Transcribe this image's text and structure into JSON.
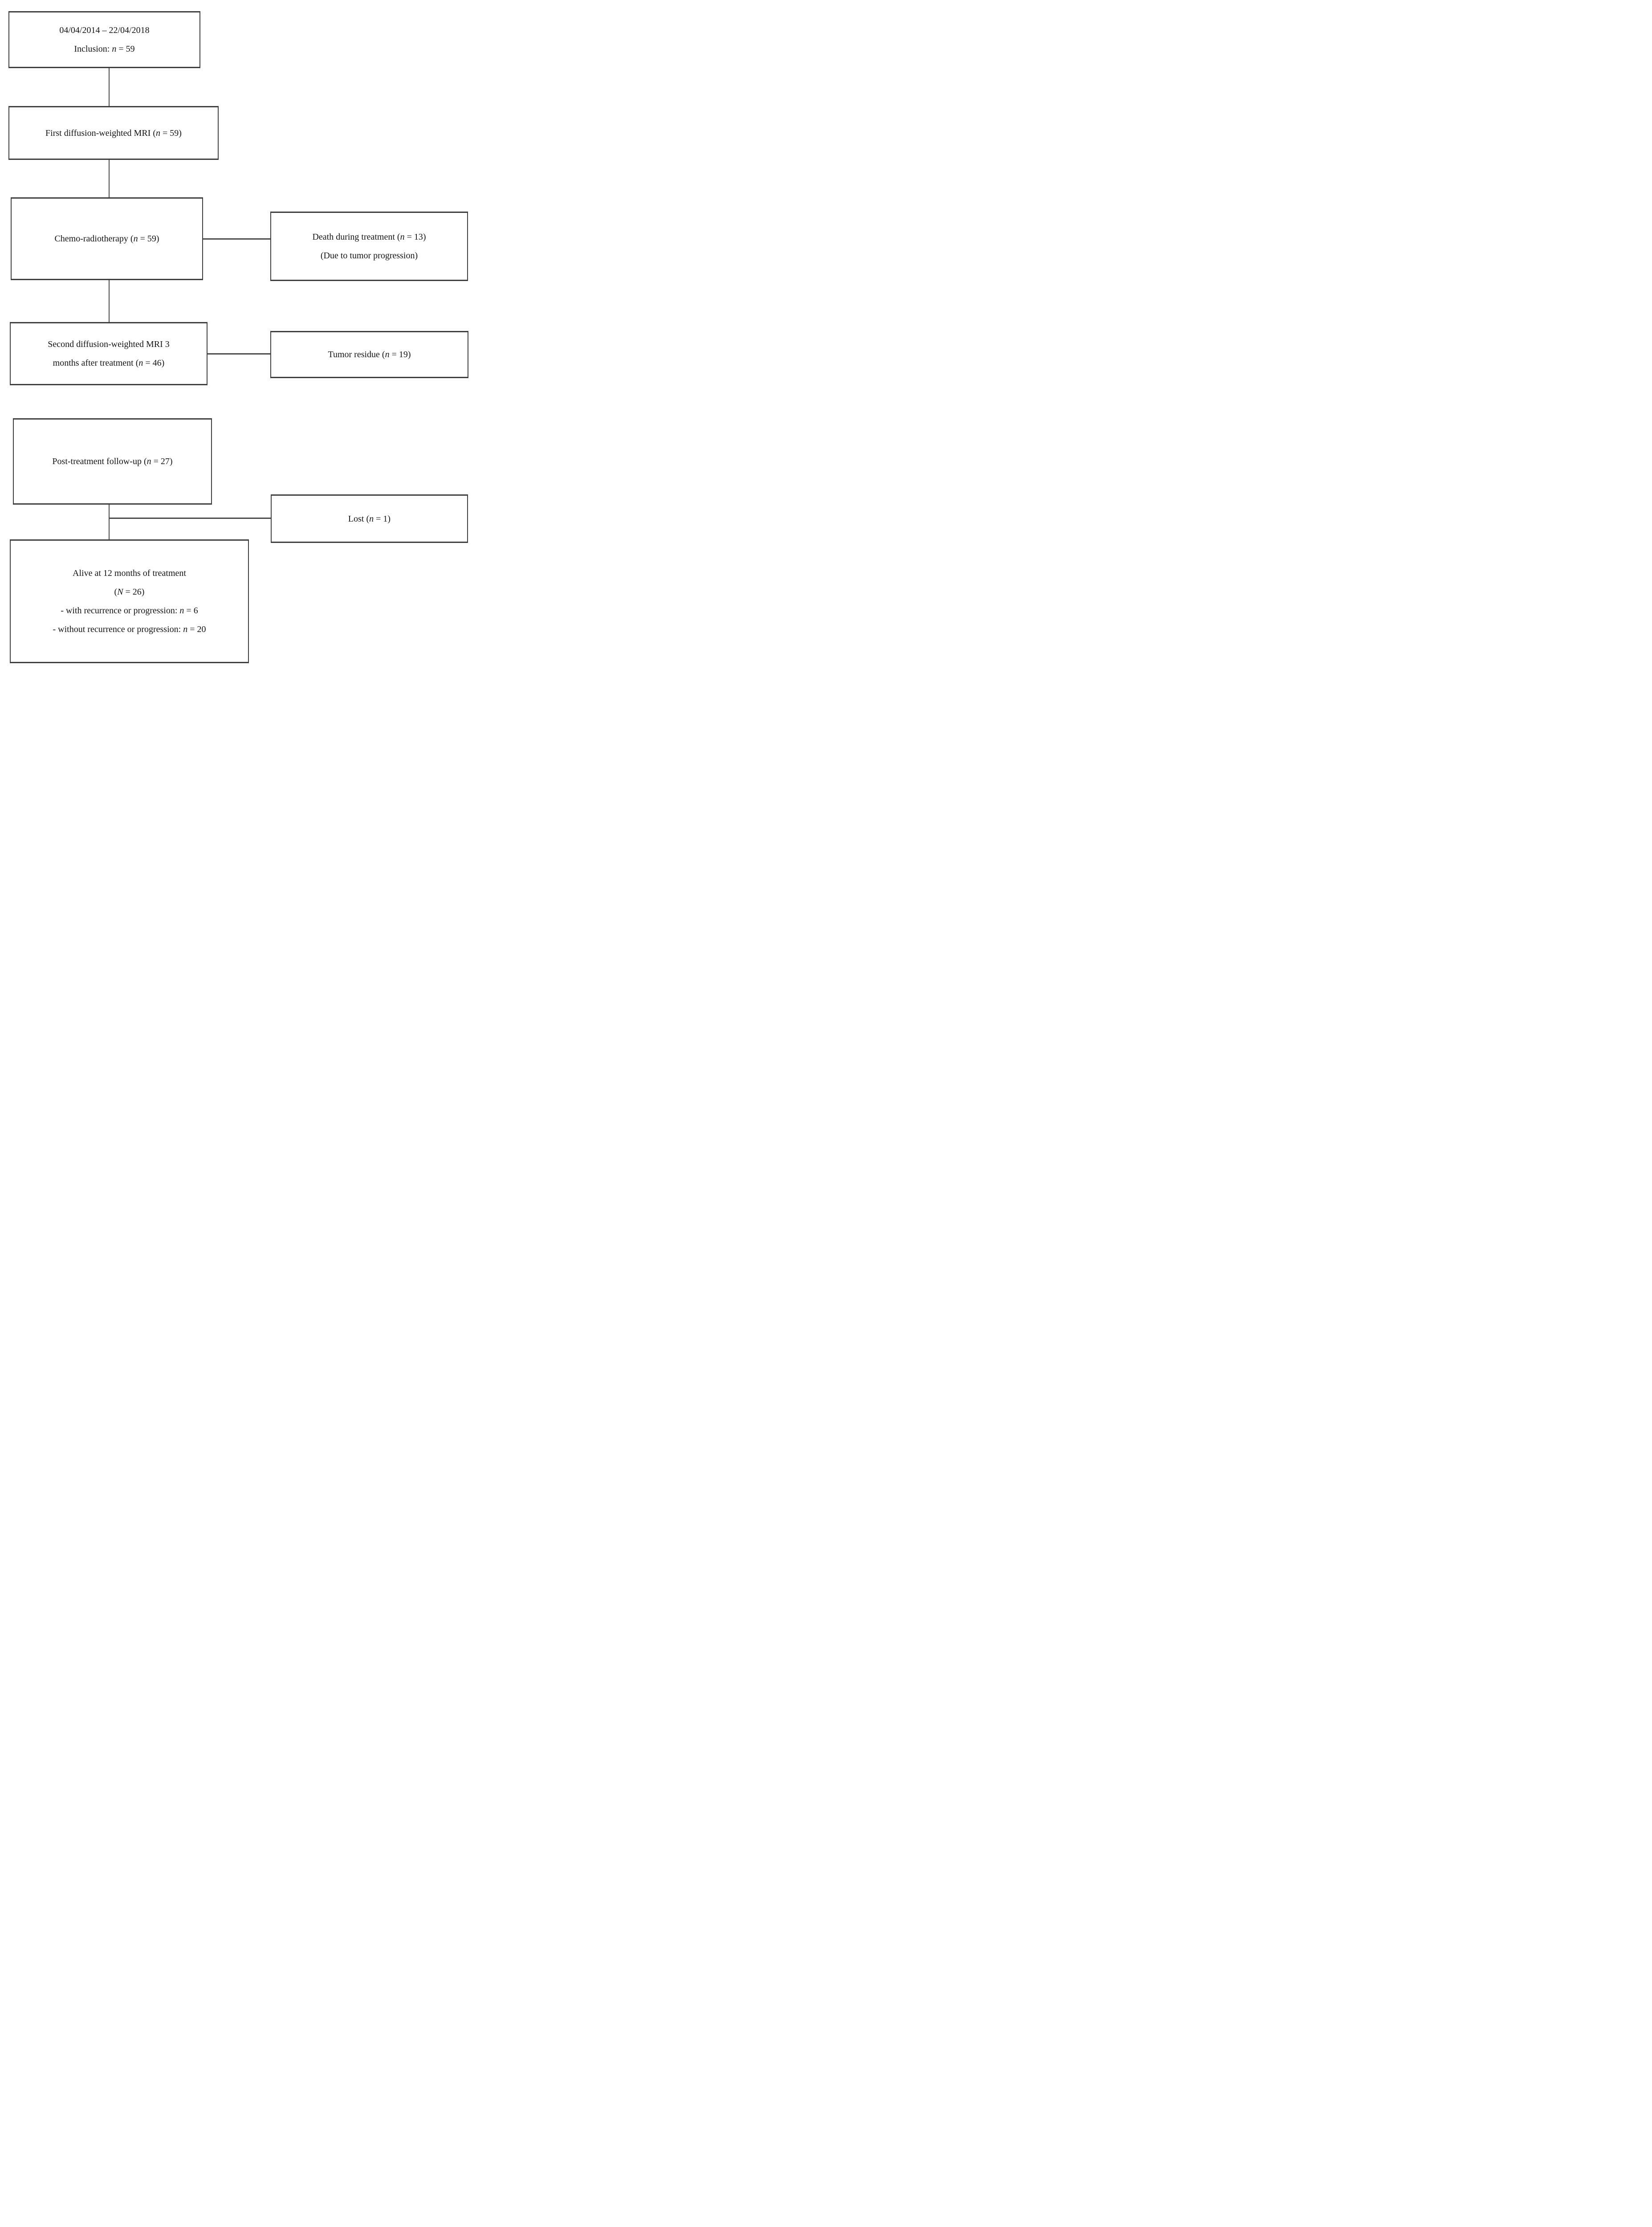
{
  "diagram": {
    "background": "#ffffff",
    "border_color": "#3f3f3f",
    "line_color": "#4a4a4a",
    "text_color": "#141414",
    "boxes": {
      "inclusion": {
        "line1": {
          "text": "04/04/2014 – 22/04/2018"
        },
        "line2": {
          "pre": "Inclusion: ",
          "var": "n",
          "post": " = 59"
        }
      },
      "first_mri": {
        "line1": {
          "pre": "First diffusion-weighted MRI (",
          "var": "n",
          "post": " = 59)"
        }
      },
      "chemo": {
        "line1": {
          "pre": "Chemo-radiotherapy (",
          "var": "n",
          "post": " = 59)"
        }
      },
      "death": {
        "line1": {
          "pre": "Death during treatment (",
          "var": "n",
          "post": " = 13)"
        },
        "line2": {
          "text": "(Due to tumor progression)"
        }
      },
      "second_mri": {
        "line1": {
          "text": "Second diffusion-weighted MRI 3"
        },
        "line2": {
          "pre": "months after treatment (",
          "var": "n",
          "post": " = 46)"
        }
      },
      "residue": {
        "line1": {
          "pre": "Tumor residue (",
          "var": "n",
          "post": " = 19)"
        }
      },
      "followup": {
        "line1": {
          "pre": "Post-treatment follow-up (",
          "var": "n",
          "post": " = 27)"
        }
      },
      "lost": {
        "line1": {
          "pre": "Lost (",
          "var": "n",
          "post": " = 1)"
        }
      },
      "alive": {
        "line1": {
          "text": "Alive at 12 months of treatment"
        },
        "line2": {
          "pre": "(",
          "var": "N",
          "post": " = 26)"
        },
        "line3": {
          "pre": "- with recurrence or progression: ",
          "var": "n",
          "post": " = 6"
        },
        "line4": {
          "pre": "- without recurrence or progression: ",
          "var": "n",
          "post": " = 20"
        }
      }
    },
    "edges": [
      {
        "from": "inclusion",
        "to": "first_mri"
      },
      {
        "from": "first_mri",
        "to": "chemo"
      },
      {
        "from": "chemo",
        "to": "death"
      },
      {
        "from": "chemo",
        "to": "second_mri"
      },
      {
        "from": "second_mri",
        "to": "residue"
      },
      {
        "from": "followup",
        "to": "lost"
      },
      {
        "from": "followup",
        "to": "alive"
      }
    ]
  }
}
